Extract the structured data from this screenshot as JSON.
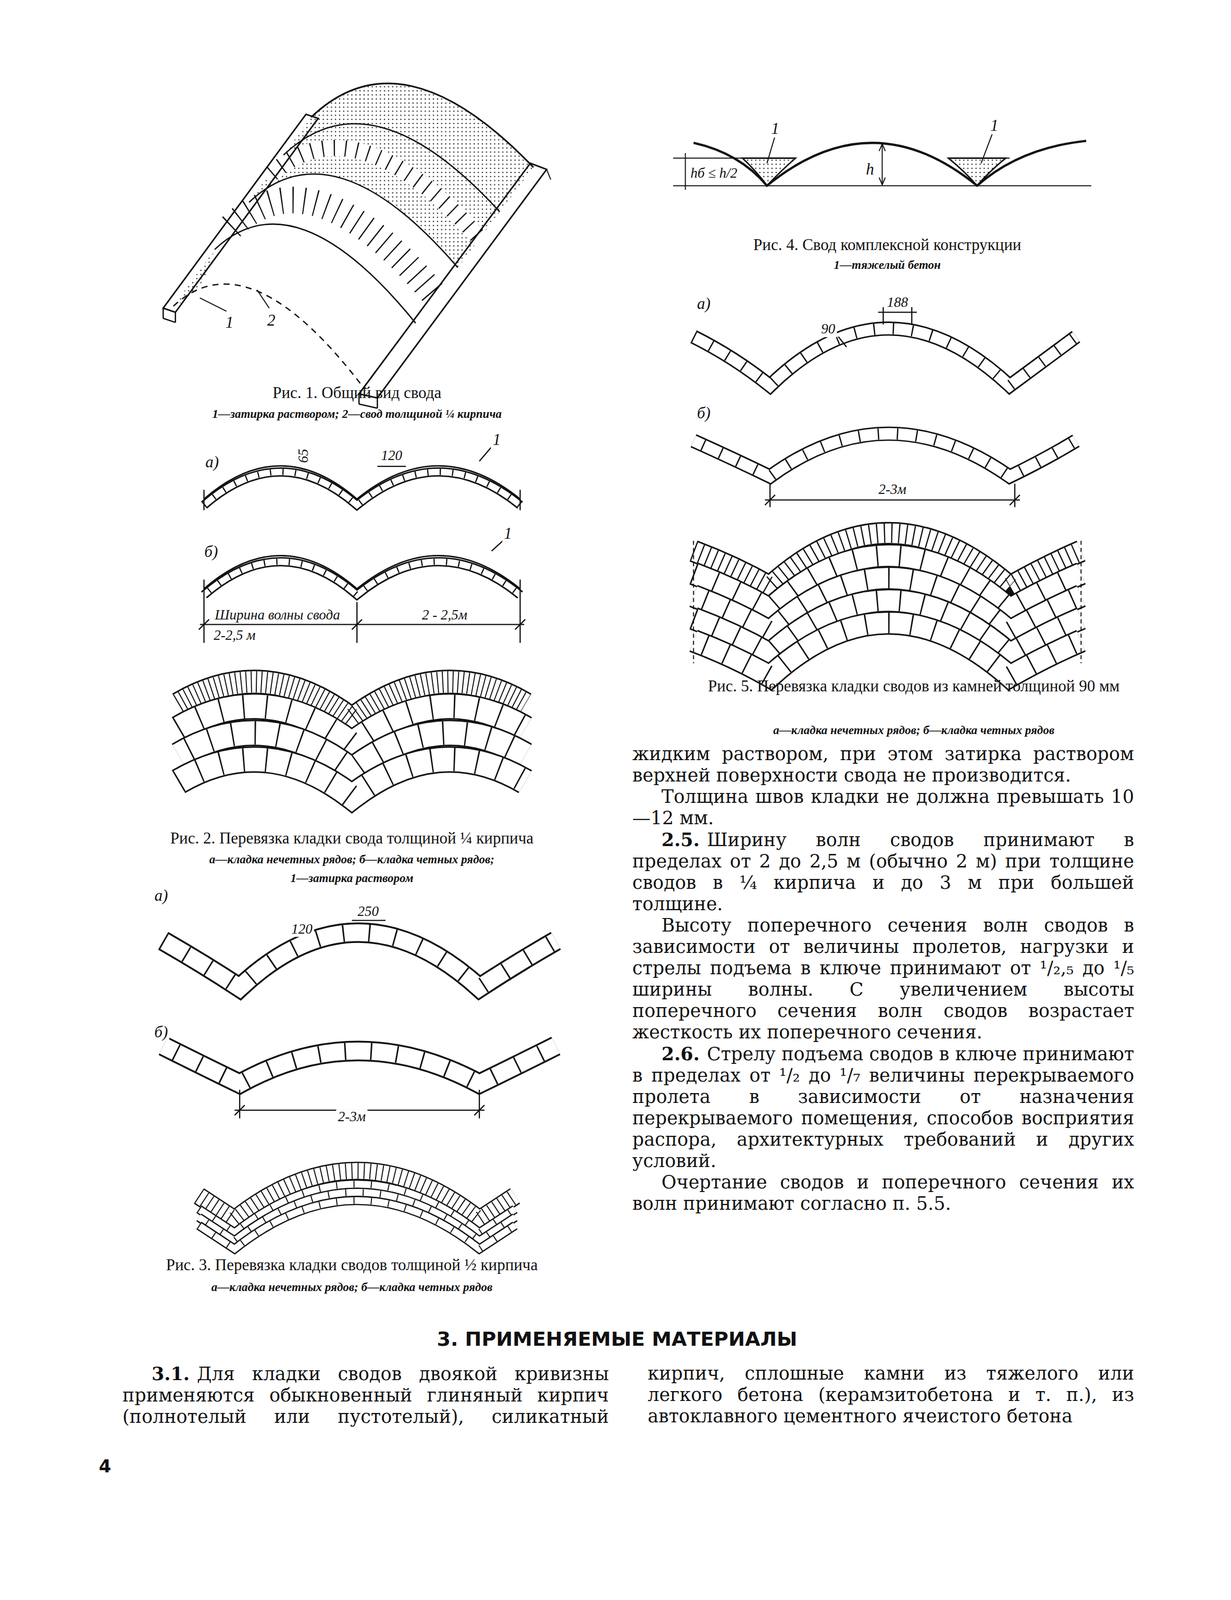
{
  "diagram": {
    "title": "3. ПРИМЕНЯЕМЫЕ МАТЕРИАЛЫ",
    "labels": [
      "1",
      "2",
      "Рис. 1. Общий вид свода",
      "1—затирка раствором; 2—свод толщиной ¼ кирпича",
      "а)",
      "65",
      "120",
      "1",
      "б)",
      "1",
      "Ширина волны свода",
      "2-2,5 м",
      "2 - 2,5м",
      "Рис. 2. Перевязка кладки свода толщиной ¼ кирпича",
      "а—кладка нечетных рядов; б—кладка четных рядов;",
      "1—затирка раствором",
      "а)",
      "250",
      "120",
      "б)",
      "2-3м",
      "Рис. 3. Перевязка кладки сводов толщиной ½ кирпича",
      "а—кладка нечетных рядов; б—кладка четных рядов",
      "1",
      "1",
      "hб ≤ h/2",
      "h",
      "Рис. 4. Свод комплексной конструкции",
      "1—тяжелый бетон",
      "а)",
      "188",
      "90",
      "б)",
      "2-3м",
      "Рис. 5. Перевязка кладки сводов из камней толщиной 90 мм",
      "а—кладка нечетных рядов; б—кладка четных рядов",
      "жидким раствором, при этом затирка раствором верхней поверхности свода не производится.",
      "Толщина швов кладки не должна превышать 10—12 мм.",
      "2.5.",
      "Ширину волн сводов принимают в пределах от 2 до 2,5 м (обычно 2 м) при толщине сводов в ¼ кирпича и до 3 м при большей толщине.",
      "Высоту поперечного сечения волн сводов в зависимости от величины пролетов, нагрузки и стрелы подъема в ключе принимают от ¹/₂,₅ до ¹/₅ ширины волны. С увеличением высоты поперечного сечения волн сводов возрастает жесткость их поперечного сечения.",
      "2.6.",
      "Стрелу подъема сводов в ключе принимают в пределах от ¹/₂ до ¹/₇ величины перекрываемого пролета в зависимости от назначения перекрываемого помещения, способов восприятия распора, архитектурных требований и других условий.",
      "Очертание сводов и поперечного сечения их волн принимают согласно п. 5.5.",
      "3.1.",
      "Для кладки сводов двоякой кривизны применяются обыкновенный глиняный кирпич (полнотелый или пустотелый), силикатный кирпич, сплошные камни из тяжелого или легкого бетона (керамзитобетона и т. п.), из автоклавного цементного ячеистого бетона",
      "4"
    ]
  }
}
